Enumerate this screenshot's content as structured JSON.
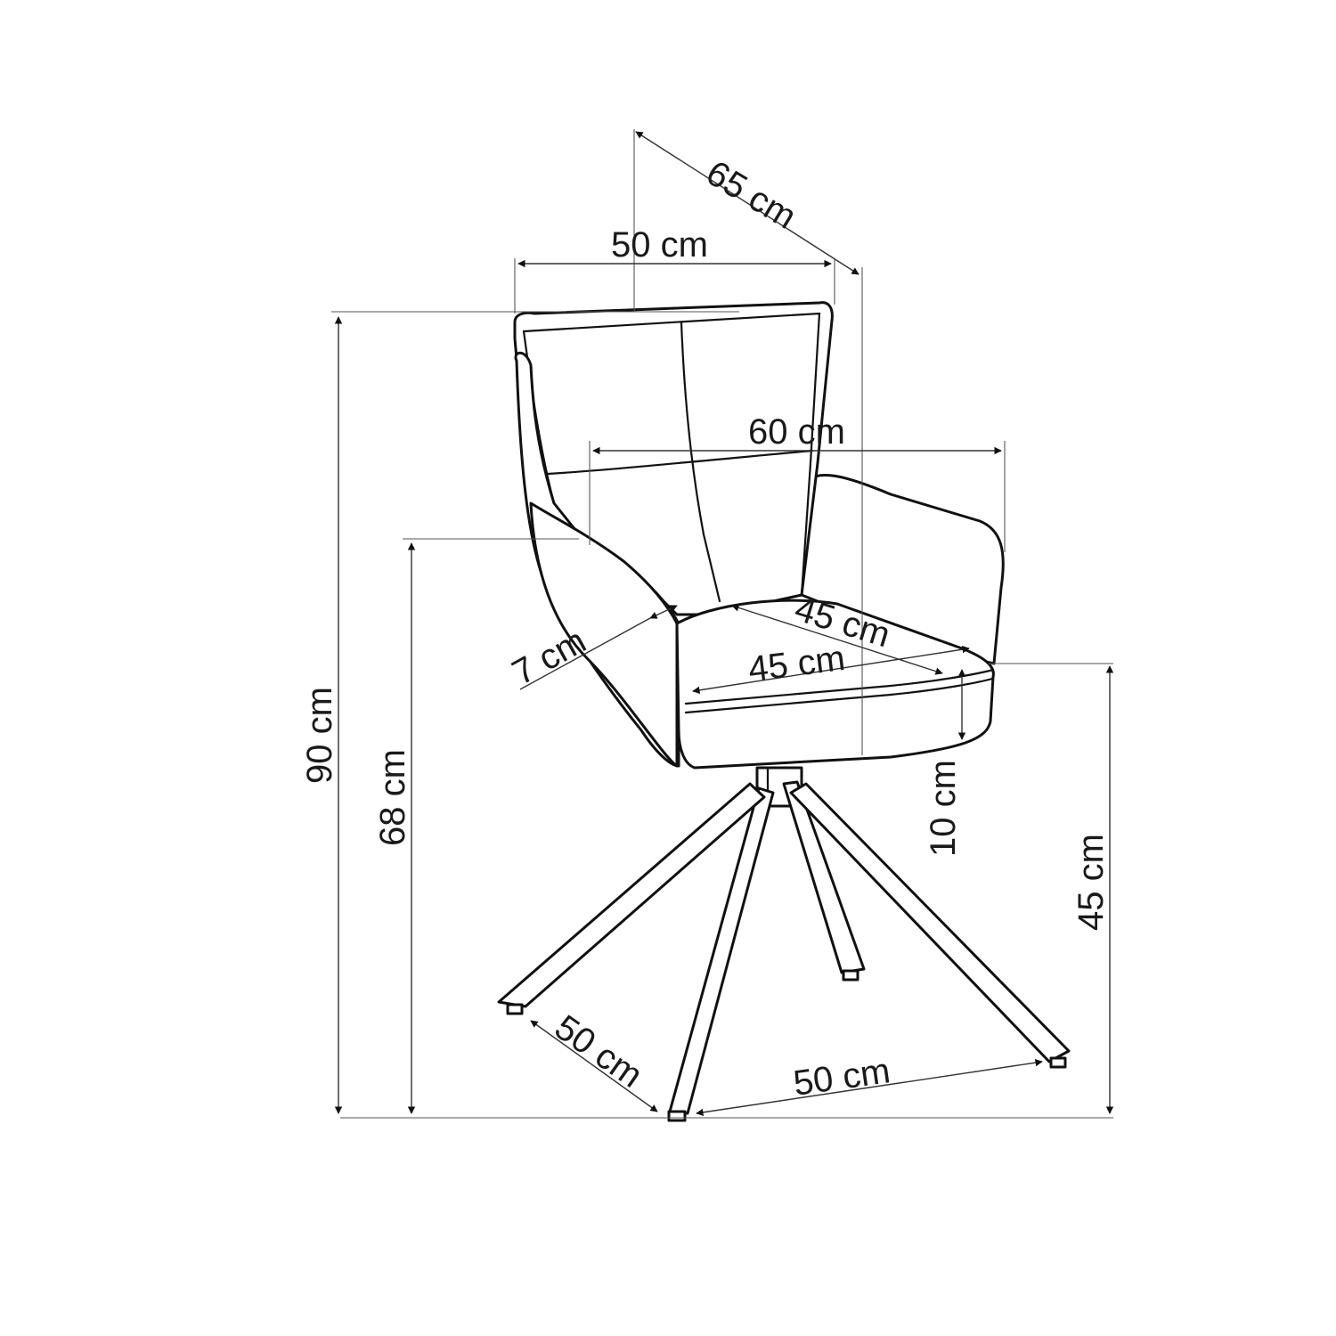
{
  "dimensions": {
    "depth": "65 cm",
    "back_width": "50 cm",
    "total_width": "60 cm",
    "total_height": "90 cm",
    "armrest_height": "68 cm",
    "seat_height": "45 cm",
    "seat_depth": "45 cm",
    "seat_width": "45 cm",
    "armrest_width": "7 cm",
    "seat_thickness": "10 cm",
    "base_depth": "50 cm",
    "base_width": "50 cm"
  }
}
